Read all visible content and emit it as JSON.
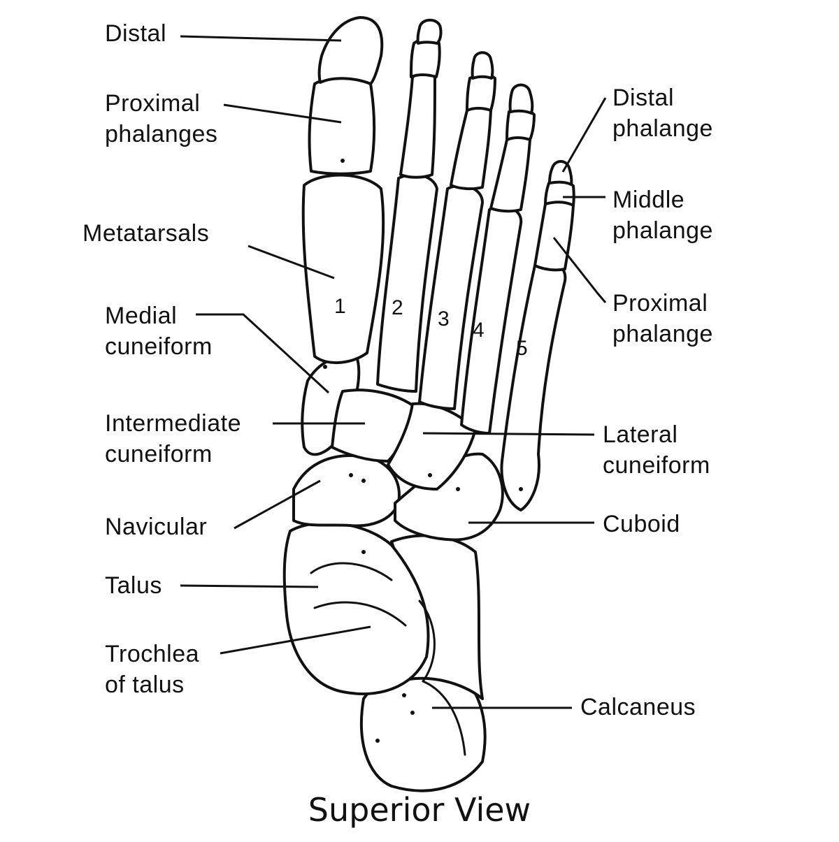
{
  "caption": "Superior View",
  "labels": {
    "distal": "Distal",
    "proximal_phalanges": "Proximal\nphalanges",
    "metatarsals": "Metatarsals",
    "medial_cuneiform": "Medial\ncuneiform",
    "intermediate_cuneiform": "Intermediate\ncuneiform",
    "navicular": "Navicular",
    "talus": "Talus",
    "trochlea_of_talus": "Trochlea\nof talus",
    "distal_phalange": "Distal\nphalange",
    "middle_phalange": "Middle\nphalange",
    "proximal_phalange": "Proximal\nphalange",
    "lateral_cuneiform": "Lateral\ncuneiform",
    "cuboid": "Cuboid",
    "calcaneus": "Calcaneus"
  },
  "metatarsal_numbers": [
    "1",
    "2",
    "3",
    "4",
    "5"
  ]
}
